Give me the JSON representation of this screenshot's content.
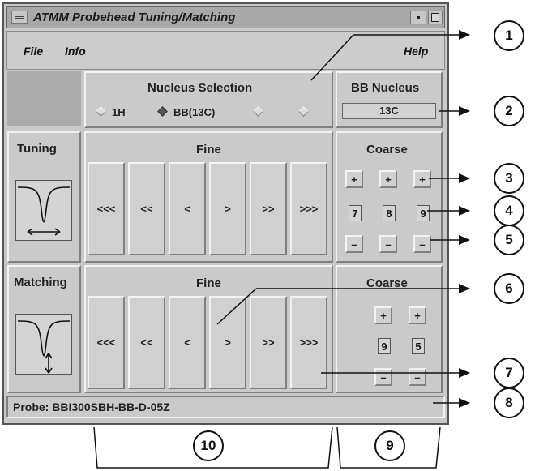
{
  "window": {
    "title": "ATMM Probehead Tuning/Matching"
  },
  "menubar": {
    "file": "File",
    "info": "Info",
    "help": "Help"
  },
  "nucleus_selection": {
    "title": "Nucleus Selection",
    "options": [
      {
        "label": "1H",
        "selected": false
      },
      {
        "label": "BB(13C)",
        "selected": true
      },
      {
        "label": "",
        "selected": false
      },
      {
        "label": "",
        "selected": false
      }
    ]
  },
  "bb_nucleus": {
    "title": "BB Nucleus",
    "value": "13C"
  },
  "tuning": {
    "label": "Tuning",
    "fine_title": "Fine",
    "fine_buttons": [
      "<<<",
      "<<",
      "<",
      ">",
      ">>",
      ">>>"
    ],
    "coarse_title": "Coarse",
    "coarse_plus": [
      "+",
      "+",
      "+"
    ],
    "coarse_values": [
      "7",
      "8",
      "9"
    ],
    "coarse_minus": [
      "–",
      "–",
      "–"
    ]
  },
  "matching": {
    "label": "Matching",
    "fine_title": "Fine",
    "fine_buttons": [
      "<<<",
      "<<",
      "<",
      ">",
      ">>",
      ">>>"
    ],
    "coarse_title": "Coarse",
    "coarse_plus": [
      "+",
      "+"
    ],
    "coarse_values": [
      "9",
      "5"
    ],
    "coarse_minus": [
      "–",
      "–"
    ]
  },
  "status": {
    "probe": "Probe: BBI300SBH-BB-D-05Z"
  },
  "callouts": [
    "1",
    "2",
    "3",
    "4",
    "5",
    "6",
    "7",
    "8",
    "9",
    "10"
  ],
  "colors": {
    "window_bg": "#c9c9c9",
    "titlebar": "#a8a8a8",
    "button": "#d0d0d0"
  }
}
